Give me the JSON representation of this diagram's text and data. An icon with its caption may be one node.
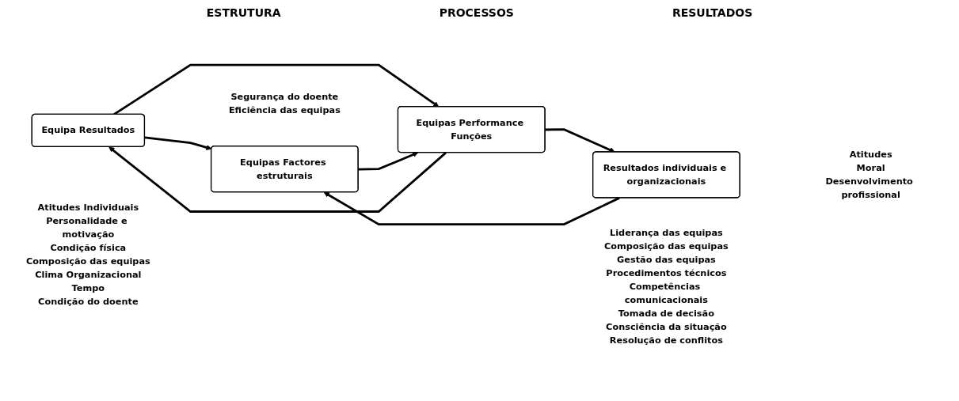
{
  "diagram": {
    "nodes": [
      {
        "text": [
          "Equipa Resultados"
        ],
        "beside": [
          "Segurança do doente",
          "Eficiência das equipas"
        ]
      },
      {
        "text": [
          "Equipas Factores estruturais"
        ],
        "beside": [
          "Atitudes Individuais",
          "Personalidade e motivação",
          "Condição física",
          "Composição das equipas",
          "Clima Organizacional",
          "Tempo",
          "Condição do doente"
        ]
      },
      {
        "text": [
          "Equipas Performance Funções"
        ],
        "beside": [
          "Liderança das equipas",
          "Composição das equipas",
          "Gestão das equipas",
          "Procedimentos técnicos",
          "Competências comunicacionais",
          "Tomada de decisão",
          "Consciência da situação",
          "Resolução de conflitos"
        ]
      },
      {
        "text": [
          "Resultados individuais e organizacionais"
        ],
        "beside": [
          "Atitudes",
          "Moral",
          "Desenvolvimento profissional"
        ]
      }
    ],
    "edges": [
      {
        "from": 0,
        "to": 1,
        "arrow": "to"
      },
      {
        "from": 0,
        "to": 2,
        "arrow": "to"
      },
      {
        "from": 1,
        "to": 2,
        "arrow": "to"
      },
      {
        "from": 2,
        "to": 0,
        "arrow": "to"
      },
      {
        "from": 2,
        "to": 3,
        "arrow": "to"
      },
      {
        "from": 3,
        "to": 1,
        "arrow": "to"
      }
    ],
    "labels": [
      "ESTRUTURA",
      "PROCESSOS",
      "RESULTADOS"
    ]
  }
}
